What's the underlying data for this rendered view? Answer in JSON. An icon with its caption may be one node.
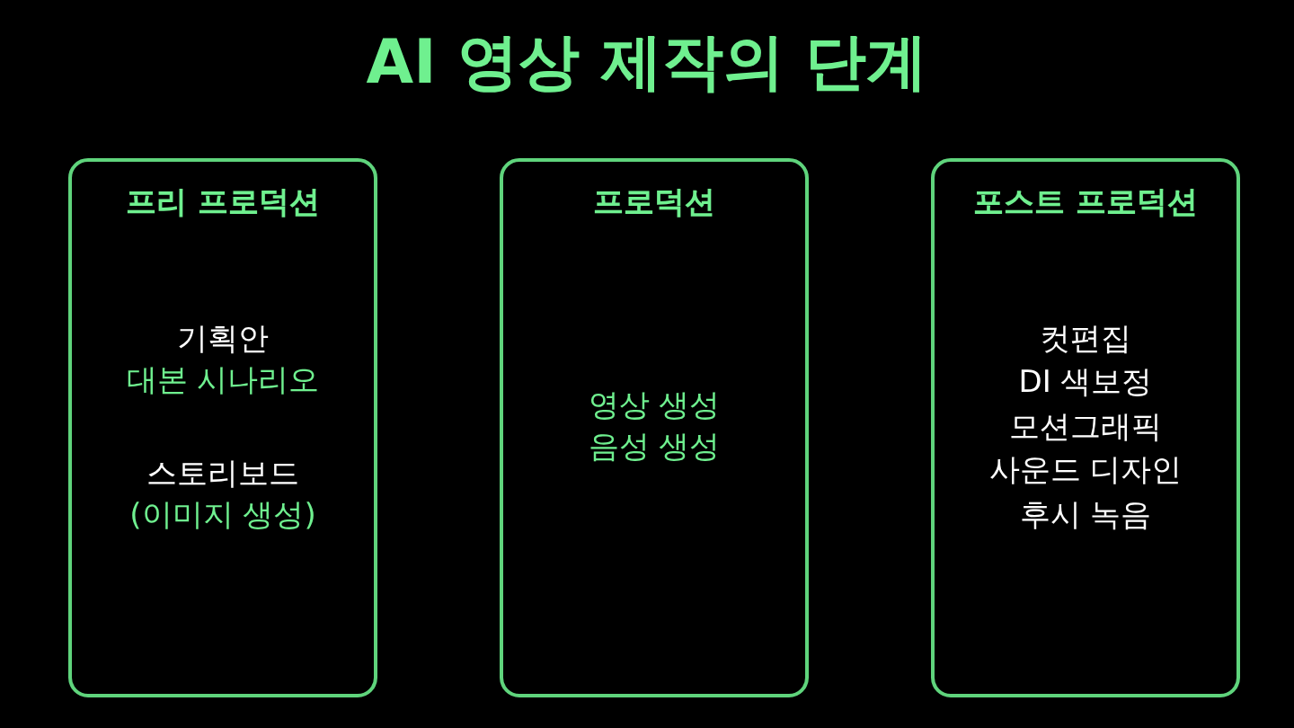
{
  "diagram": {
    "title": "AI 영상 제작의 단계",
    "nodes": [
      {
        "text": [
          "프리 프로덕션",
          "기획안",
          "대본 시나리오",
          "스토리보드",
          "(이미지 생성)"
        ]
      },
      {
        "text": [
          "프로덕션",
          "영상 생성",
          "음성 생성"
        ]
      },
      {
        "text": [
          "포스트 프로덕션",
          "컷편집",
          "DI 색보정",
          "모션그래픽",
          "사운드 디자인",
          "후시 녹음"
        ]
      }
    ]
  }
}
